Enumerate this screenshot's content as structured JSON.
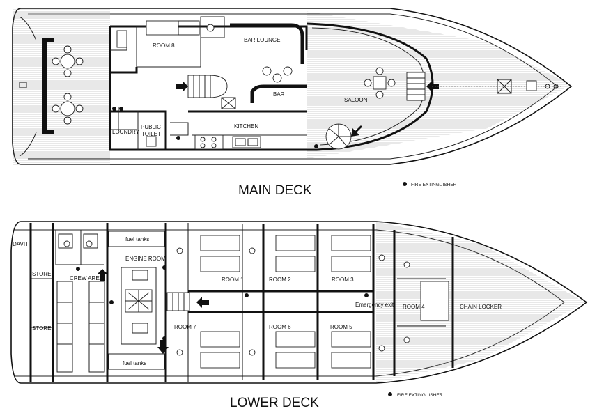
{
  "main_deck": {
    "title": "MAIN DECK",
    "rooms": {
      "room8": "ROOM 8",
      "bar_lounge": "BAR LOUNGE",
      "bar": "BAR",
      "saloon": "SALOON",
      "kitchen": "KITCHEN",
      "laundry": "LOUNDRY",
      "public_toilet_line1": "PUBLIC",
      "public_toilet_line2": "TOILET"
    },
    "legend": "FIRE EXTINGUISHER"
  },
  "lower_deck": {
    "title": "LOWER DECK",
    "rooms": {
      "davit": "DAVIT",
      "store_top": "STORE",
      "store_bottom": "STORE",
      "crew_area": "CREW AREA",
      "fuel_tanks_top": "fuel tanks",
      "fuel_tanks_bottom": "fuel tanks",
      "engine_room": "ENGINE ROOM",
      "room1": "ROOM 1",
      "room2": "ROOM 2",
      "room3": "ROOM 3",
      "room4": "ROOM 4",
      "room5": "ROOM 5",
      "room6": "ROOM 6",
      "room7": "ROOM 7",
      "emergency_exit": "Emergency exit",
      "chain_locker": "CHAIN LOCKER"
    },
    "legend": "FIRE EXTINGUISHER"
  }
}
